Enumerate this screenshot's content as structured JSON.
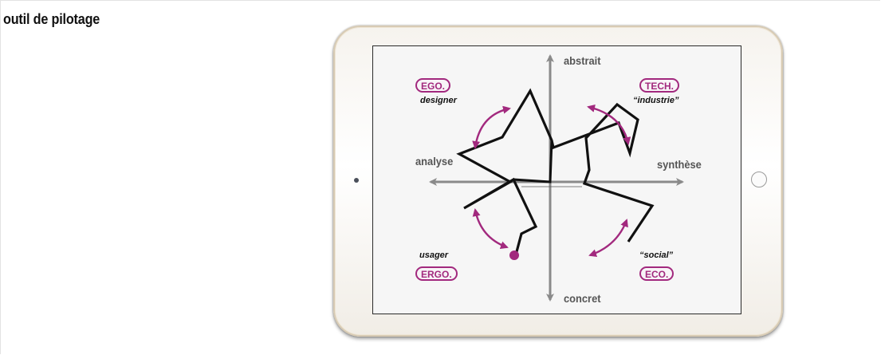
{
  "page": {
    "title": "outil de pilotage"
  },
  "diagram": {
    "axes": {
      "top": "abstrait",
      "bottom": "concret",
      "left": "analyse",
      "right": "synthèse"
    },
    "quadrants": {
      "top_left": {
        "badge": "EGO.",
        "label": "designer"
      },
      "top_right": {
        "badge": "TECH.",
        "label": "“industrie”"
      },
      "bottom_left": {
        "badge": "ERGO.",
        "label": "usager"
      },
      "bottom_right": {
        "badge": "ECO.",
        "label": "“social”"
      }
    },
    "colors": {
      "accent": "#a2297e",
      "axis": "#8a8a8a",
      "star_outline": "#111111",
      "screen_background": "#f6f6f6",
      "device_frame": "#d8cbb4"
    },
    "icons": [
      "camera-dot-icon",
      "home-button-icon",
      "axis-arrow-icon",
      "curved-double-arrow-icon"
    ]
  }
}
